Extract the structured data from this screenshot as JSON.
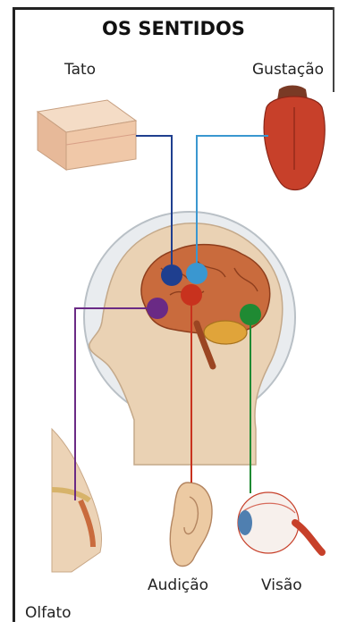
{
  "title": "OS SENTIDOS",
  "senses": {
    "tato": "Tato",
    "gustacao": "Gustação",
    "olfato": "Olfato",
    "audicao": "Audição",
    "visao": "Visão"
  },
  "colors": {
    "tato": "#1f3f8f",
    "gustacao": "#3a97d0",
    "olfato": "#6a2a85",
    "audicao": "#c8321e",
    "visao": "#1f8a33"
  },
  "icons": [
    "skin-block-icon",
    "tongue-icon",
    "nose-icon",
    "ear-icon",
    "eye-icon",
    "brain-icon",
    "head-silhouette-icon"
  ]
}
